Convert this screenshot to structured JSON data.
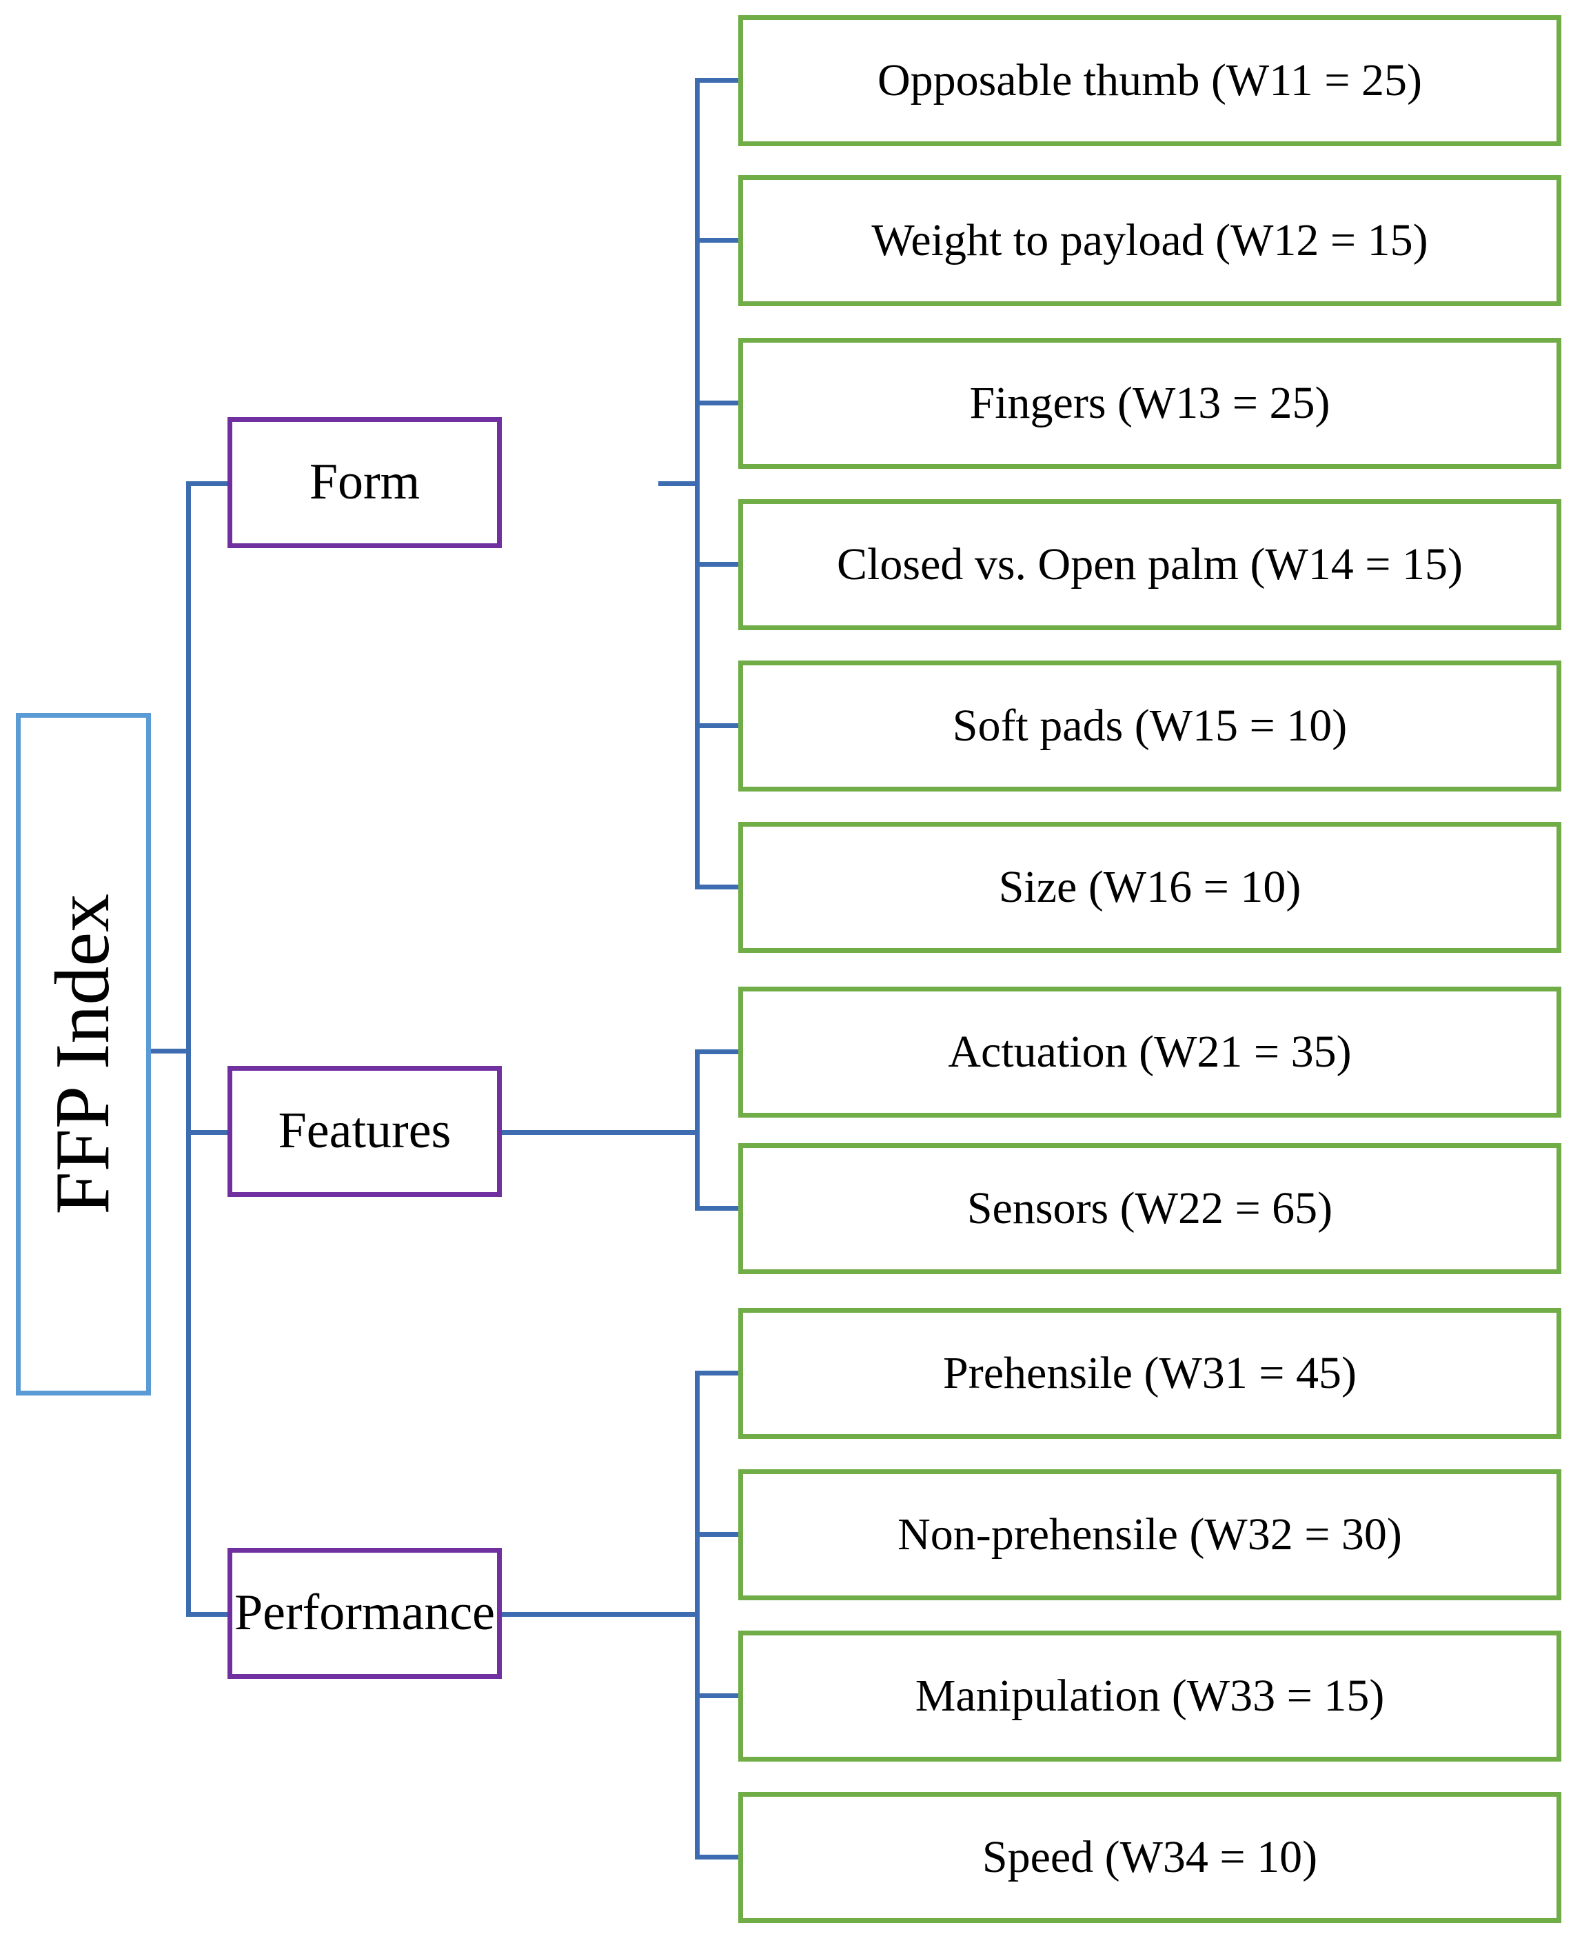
{
  "diagram": {
    "type": "hierarchy-tree",
    "title": "FFP Index breakdown",
    "colors": {
      "root_border": "#5B9BD5",
      "category_border": "#7030A0",
      "leaf_border": "#70AD47",
      "connector": "#3D6CB0",
      "background": "#FFFFFF",
      "text": "#000000"
    },
    "root": {
      "label": "FFP Index",
      "orientation": "vertical-text"
    },
    "categories": [
      {
        "id": "form",
        "label": "Form",
        "children": [
          {
            "id": "w11",
            "label": "Opposable thumb (W11 = 25)",
            "code": "W11",
            "weight": 25,
            "name": "Opposable thumb"
          },
          {
            "id": "w12",
            "label": "Weight to payload (W12 = 15)",
            "code": "W12",
            "weight": 15,
            "name": "Weight to payload"
          },
          {
            "id": "w13",
            "label": "Fingers (W13 = 25)",
            "code": "W13",
            "weight": 25,
            "name": "Fingers"
          },
          {
            "id": "w14",
            "label": "Closed vs. Open palm (W14 = 15)",
            "code": "W14",
            "weight": 15,
            "name": "Closed vs. Open palm"
          },
          {
            "id": "w15",
            "label": "Soft pads (W15 = 10)",
            "code": "W15",
            "weight": 10,
            "name": "Soft pads"
          },
          {
            "id": "w16",
            "label": "Size (W16 = 10)",
            "code": "W16",
            "weight": 10,
            "name": "Size"
          }
        ]
      },
      {
        "id": "features",
        "label": "Features",
        "children": [
          {
            "id": "w21",
            "label": "Actuation (W21 = 35)",
            "code": "W21",
            "weight": 35,
            "name": "Actuation"
          },
          {
            "id": "w22",
            "label": "Sensors (W22 = 65)",
            "code": "W22",
            "weight": 65,
            "name": "Sensors"
          }
        ]
      },
      {
        "id": "performance",
        "label": "Performance",
        "children": [
          {
            "id": "w31",
            "label": "Prehensile (W31 = 45)",
            "code": "W31",
            "weight": 45,
            "name": "Prehensile"
          },
          {
            "id": "w32",
            "label": "Non-prehensile (W32 = 30)",
            "code": "W32",
            "weight": 30,
            "name": "Non-prehensile"
          },
          {
            "id": "w33",
            "label": "Manipulation (W33 = 15)",
            "code": "W33",
            "weight": 15,
            "name": "Manipulation"
          },
          {
            "id": "w34",
            "label": "Speed (W34 = 10)",
            "code": "W34",
            "weight": 10,
            "name": "Speed"
          }
        ]
      }
    ]
  }
}
